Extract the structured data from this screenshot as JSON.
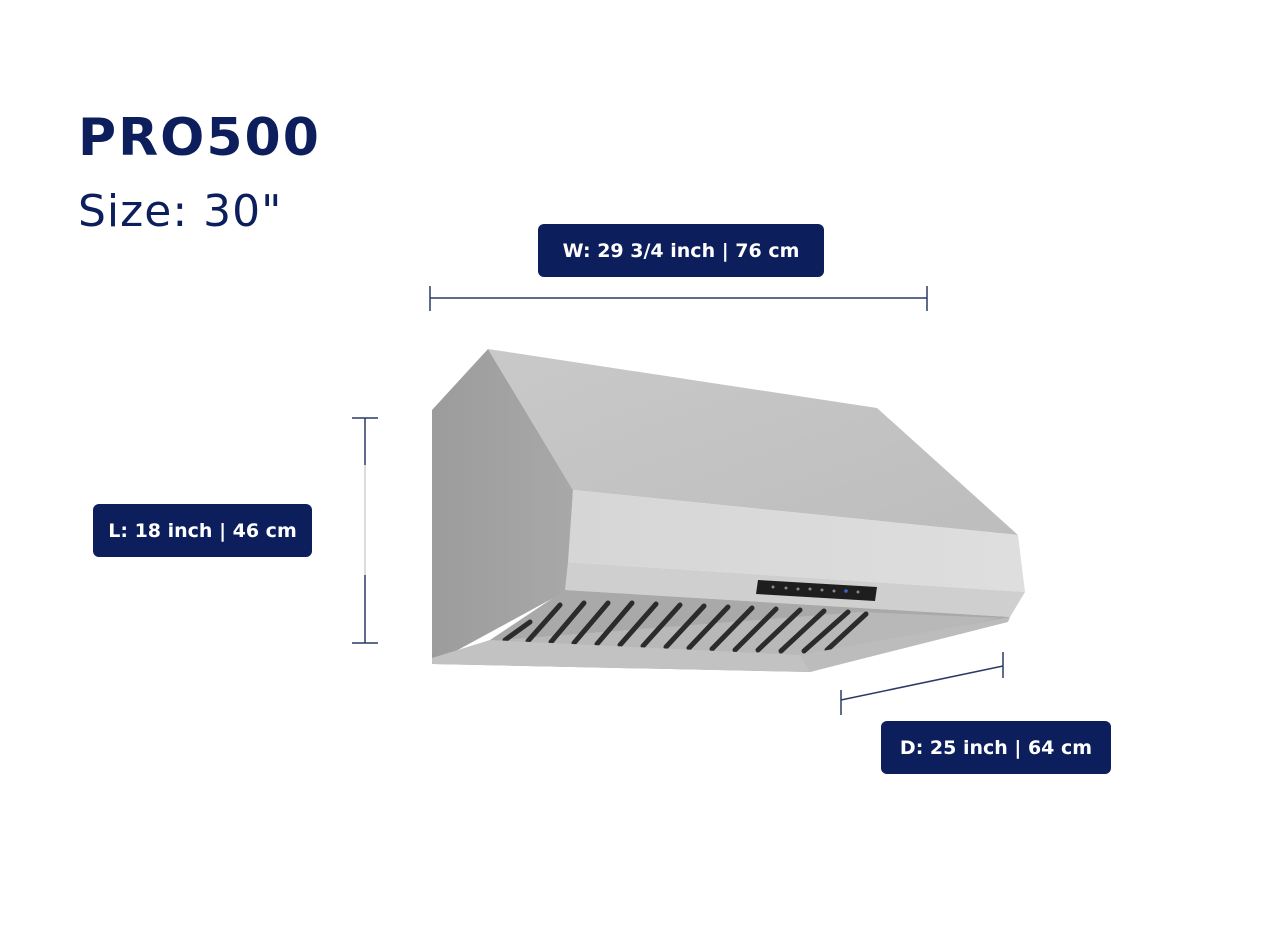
{
  "header": {
    "model": "PRO500",
    "size": "Size: 30\""
  },
  "dimensions": {
    "width": "W: 29 3/4 inch | 76 cm",
    "length": "L: 18 inch | 46 cm",
    "depth": "D: 25 inch | 64 cm"
  },
  "product": {
    "name": "range-hood",
    "control_panel_buttons": 8
  },
  "colors": {
    "brand_navy": "#0c1f5c",
    "label_text": "#ffffff",
    "steel_light": "#d4d4d4",
    "steel_mid": "#bdbdbd",
    "steel_dark": "#9a9a9a"
  }
}
